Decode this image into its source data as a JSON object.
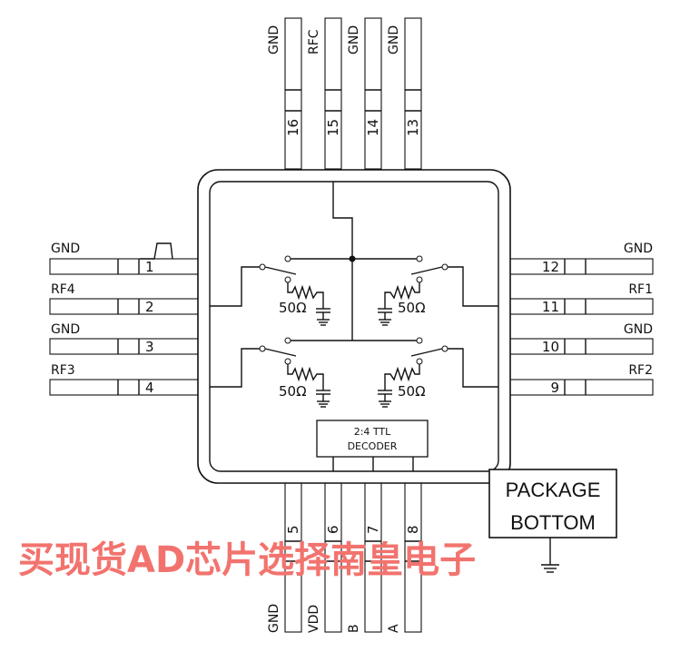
{
  "top_pins": [
    {
      "num": "16",
      "name": "GND"
    },
    {
      "num": "15",
      "name": "RFC"
    },
    {
      "num": "14",
      "name": "GND"
    },
    {
      "num": "13",
      "name": "GND"
    }
  ],
  "bottom_pins": [
    {
      "num": "5",
      "name": "GND"
    },
    {
      "num": "6",
      "name": "VDD"
    },
    {
      "num": "7",
      "name": "B"
    },
    {
      "num": "8",
      "name": "A"
    }
  ],
  "left_pins": [
    {
      "num": "1",
      "name": "GND"
    },
    {
      "num": "2",
      "name": "RF4"
    },
    {
      "num": "3",
      "name": "GND"
    },
    {
      "num": "4",
      "name": "RF3"
    }
  ],
  "right_pins": [
    {
      "num": "12",
      "name": "GND"
    },
    {
      "num": "11",
      "name": "RF1"
    },
    {
      "num": "10",
      "name": "GND"
    },
    {
      "num": "9",
      "name": "RF2"
    }
  ],
  "termination": {
    "r1": "50Ω",
    "r2": "50Ω",
    "r3": "50Ω",
    "r4": "50Ω"
  },
  "decoder": {
    "line1": "2:4 TTL",
    "line2": "DECODER"
  },
  "package": {
    "line1": "PACKAGE",
    "line2": "BOTTOM"
  },
  "watermark": "买现货AD芯片选择南皇电子"
}
